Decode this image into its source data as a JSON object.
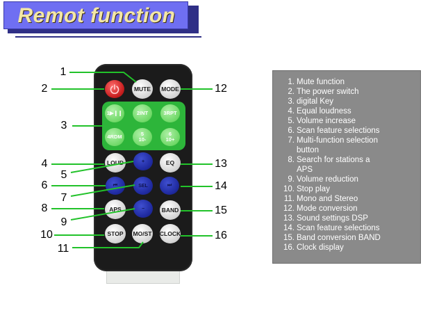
{
  "title": "Remot function",
  "remote": {
    "buttons": {
      "mute": "MUTE",
      "mode": "MODE",
      "key1": "1▶❙❙",
      "key2": "2INT",
      "key3": "3RPT",
      "key4": "4RDM",
      "key5a": "5",
      "key5b": "10-",
      "key6a": "6",
      "key6b": "10+",
      "loud": "LOUD",
      "eq": "EQ",
      "aps": "APS",
      "band": "BAND",
      "stop": "STOP",
      "mo_st": "MO/ST",
      "clock": "CLOCK",
      "prev": "⏮",
      "next": "⏭"
    },
    "callouts": [
      "1",
      "2",
      "3",
      "4",
      "5",
      "6",
      "7",
      "8",
      "9",
      "10",
      "11",
      "12",
      "13",
      "14",
      "15",
      "16"
    ]
  },
  "legend": [
    {
      "num": "1.",
      "text": "Mute function"
    },
    {
      "num": "2.",
      "text": "The power switch"
    },
    {
      "num": "3.",
      "text": "digital Key"
    },
    {
      "num": "4.",
      "text": "Equal loudness"
    },
    {
      "num": "5.",
      "text": "Volume increase"
    },
    {
      "num": "6.",
      "text": "Scan feature selections"
    },
    {
      "num": "7.",
      "text": "Multi-function selection",
      "cont": "button"
    },
    {
      "num": "8.",
      "text": "Search for stations a",
      "cont": "APS"
    },
    {
      "num": "9.",
      "text": "Volume reduction"
    },
    {
      "num": "10.",
      "text": "Stop play"
    },
    {
      "num": "11.",
      "text": "Mono and Stereo"
    },
    {
      "num": "12.",
      "text": "Mode conversion"
    },
    {
      "num": "13.",
      "text": "Sound settings DSP"
    },
    {
      "num": "14.",
      "text": "Scan feature selections"
    },
    {
      "num": "15.",
      "text": "Band conversion BAND"
    },
    {
      "num": "16.",
      "text": "Clock display"
    }
  ],
  "colors": {
    "callout_line": "#22c22a",
    "legend_bg": "#8a8a8a",
    "title_bg": "#6f6ff2",
    "title_text": "#f3e7a6"
  },
  "icons": {
    "power": "power-icon",
    "prev": "previous-track-icon",
    "next": "next-track-icon"
  }
}
